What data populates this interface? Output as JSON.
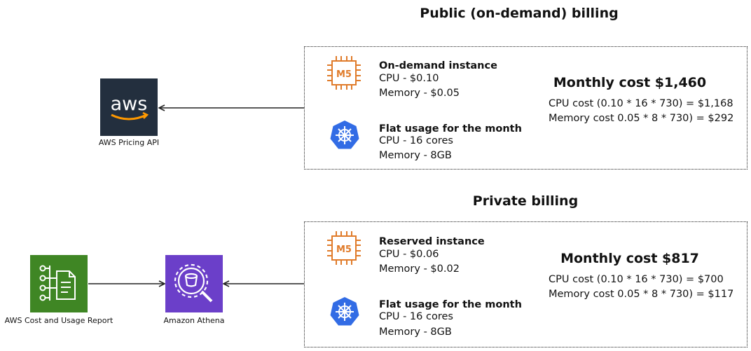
{
  "public": {
    "heading": "Public (on-demand) billing",
    "instance_badge": "M5",
    "instance_title": "On-demand instance",
    "cpu_rate": "CPU - $0.10",
    "memory_rate": "Memory - $0.05",
    "usage_title": "Flat usage for the month",
    "usage_cpu": "CPU - 16 cores",
    "usage_memory": "Memory - 8GB",
    "monthly_cost": "Monthly cost $1,460",
    "cpu_cost": "CPU cost (0.10 * 16 * 730) =  $1,168",
    "memory_cost": "Memory cost 0.05 * 8 * 730) = $292"
  },
  "private": {
    "heading": "Private billing",
    "instance_badge": "M5",
    "instance_title": "Reserved instance",
    "cpu_rate": "CPU - $0.06",
    "memory_rate": "Memory - $0.02",
    "usage_title": "Flat usage for the month",
    "usage_cpu": "CPU - 16 cores",
    "usage_memory": "Memory - 8GB",
    "monthly_cost": "Monthly cost $817",
    "cpu_cost": "CPU cost (0.10 * 16 * 730) =  $700",
    "memory_cost": "Memory cost 0.05 * 8 * 730) = $117"
  },
  "services": {
    "pricing_api": {
      "label": "AWS Pricing API",
      "logo_text": "aws"
    },
    "cur": {
      "label": "AWS Cost and Usage Report"
    },
    "athena": {
      "label": "Amazon Athena"
    }
  },
  "colors": {
    "ec2_orange": "#e07b2a",
    "k8s_blue": "#326ce5",
    "aws_dark": "#232f3e",
    "cur_green": "#3f8624",
    "athena_purple": "#6b3fc9",
    "smile_orange": "#ff9900"
  },
  "icons": [
    "ec2-m5-icon",
    "kubernetes-icon",
    "aws-logo-icon",
    "cost-usage-report-icon",
    "athena-icon"
  ]
}
